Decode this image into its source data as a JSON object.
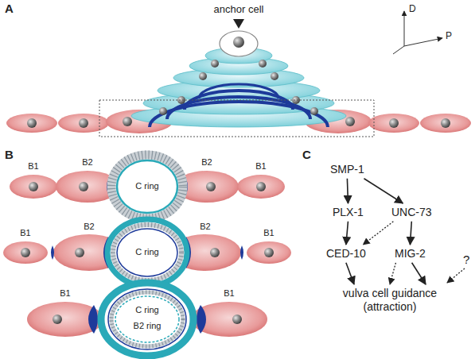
{
  "diagram": {
    "nodes": [
      {
        "text": [
          "SMP-1"
        ]
      },
      {
        "text": [
          "PLX-1"
        ]
      },
      {
        "text": [
          "UNC-73"
        ]
      },
      {
        "text": [
          "CED-10"
        ]
      },
      {
        "text": [
          "MIG-2"
        ]
      },
      {
        "text": [
          "vulva cell guidance (attraction)"
        ]
      }
    ],
    "edges": [
      {
        "from": 0,
        "to": 1,
        "arrow": "to"
      },
      {
        "from": 0,
        "to": 2,
        "arrow": "to"
      },
      {
        "from": 1,
        "to": 3,
        "arrow": "to"
      },
      {
        "from": 2,
        "to": 3,
        "arrow": "to"
      },
      {
        "from": 2,
        "to": 4,
        "arrow": "to"
      },
      {
        "from": 3,
        "to": 5,
        "arrow": "to"
      },
      {
        "from": 4,
        "to": 5,
        "arrow": "to"
      },
      {
        "from": 4,
        "to": 5,
        "arrow": "to"
      }
    ],
    "labels": [
      "A",
      "anchor cell",
      "D",
      "P",
      "B",
      "B1",
      "B2",
      "C ring",
      "B2",
      "B1",
      "B1",
      "B2",
      "C ring",
      "B2",
      "B1",
      "B1",
      "C ring",
      "B2 ring",
      "B1",
      "C",
      "?"
    ]
  }
}
